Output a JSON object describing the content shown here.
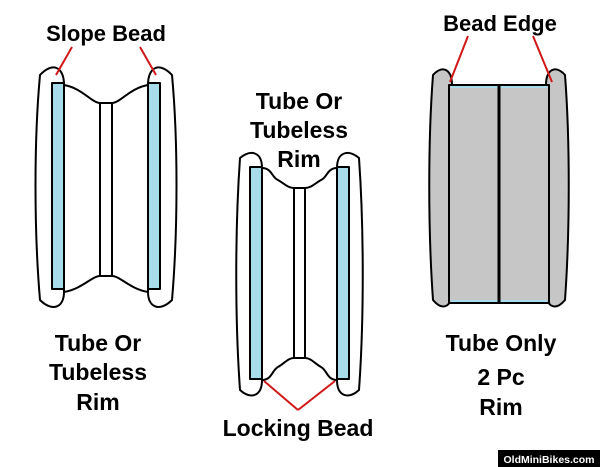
{
  "labels": {
    "slope_bead": "Slope Bead",
    "rim1_line1": "Tube Or",
    "rim1_line2": "Tubeless",
    "rim1_line3": "Rim",
    "rim2_line1": "Tube Or",
    "rim2_line2": "Tubeless",
    "rim2_line3": "Rim",
    "locking_bead": "Locking Bead",
    "bead_edge": "Bead Edge",
    "rim3_line1": "Tube Only",
    "rim3_line2": "2 Pc",
    "rim3_line3": "Rim"
  },
  "watermark": "OldMiniBikes.com",
  "colors": {
    "bead_fill": "#a8dcea",
    "pointer_line": "#d01818",
    "two_piece_fill": "#c6c6c6",
    "outline": "#000000"
  }
}
